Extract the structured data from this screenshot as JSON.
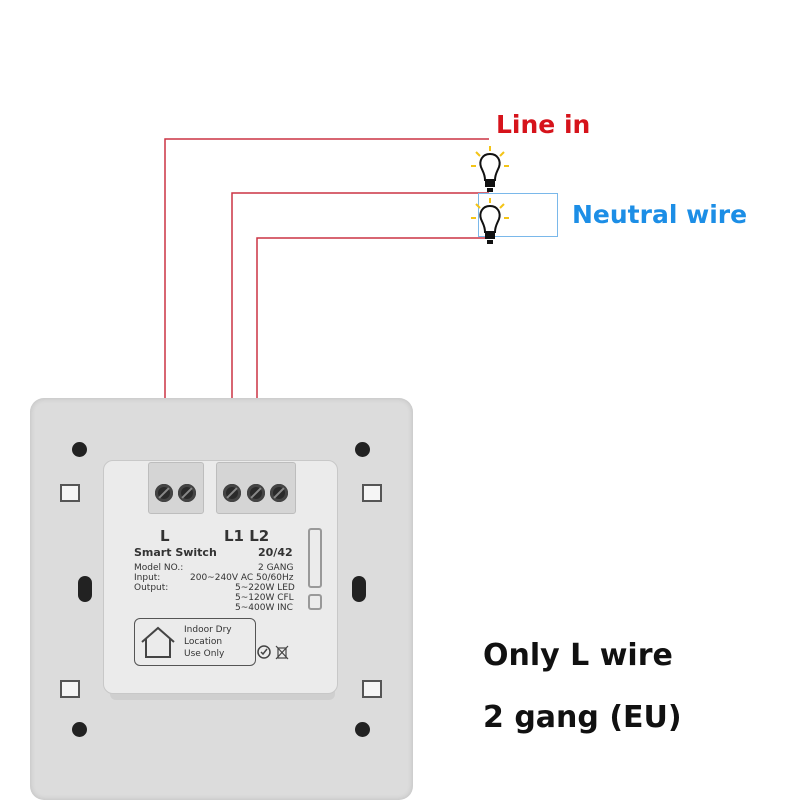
{
  "labels": {
    "line_in": "Line in",
    "neutral_wire": "Neutral wire",
    "caption_1": "Only L wire",
    "caption_2": "2 gang (EU)"
  },
  "colors": {
    "line_in": "#d6131b",
    "neutral": "#1c8ee6",
    "wire": "#cc3344",
    "plate": "#dcdcdc"
  },
  "icons": [
    "light-bulb-icon",
    "light-bulb-icon",
    "house-icon",
    "certification-icon",
    "weee-bin-icon"
  ],
  "device": {
    "terminal_L": "L",
    "terminal_L1L2": "L1 L2",
    "name": "Smart Switch",
    "code": "20/42",
    "model_label": "Model NO.:",
    "model_value": "2 GANG",
    "input_label": "Input:",
    "input_value": "200~240V AC 50/60Hz",
    "output_label": "Output:",
    "output_led": "5~220W LED",
    "output_cfl": "5~120W CFL",
    "output_inc": "5~400W INC",
    "indoor_1": "Indoor Dry",
    "indoor_2": "Location",
    "indoor_3": "Use Only"
  }
}
